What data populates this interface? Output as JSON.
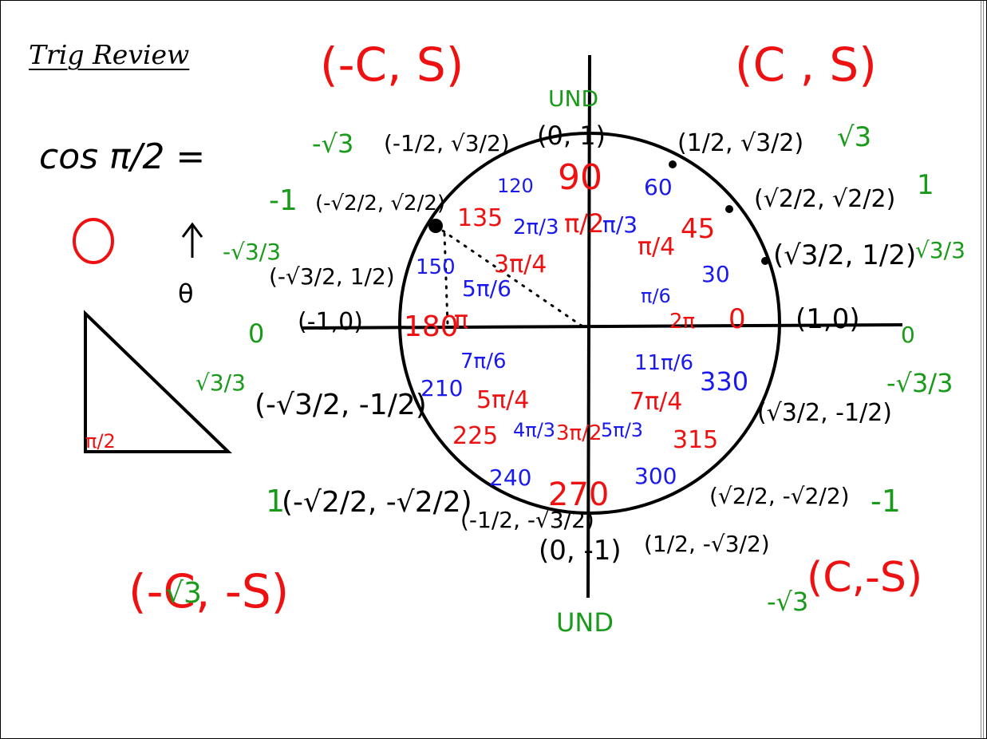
{
  "title": "Trig Review",
  "colors": {
    "ink": "#000000",
    "red": "#ee1111",
    "blue": "#1a1aee",
    "green": "#1a9a1a"
  },
  "equation": {
    "lhs": "cos π/2 =",
    "result": "0",
    "theta": "θ",
    "triangle_angle": "π/2"
  },
  "quadrant_signs": [
    "(C , S)",
    "(-C, S)",
    "(-C, -S)",
    "(C,-S)"
  ],
  "undefined_labels": [
    "UND",
    "UND"
  ],
  "degrees": [
    "0",
    "30",
    "45",
    "60",
    "90",
    "120",
    "135",
    "150",
    "180",
    "210",
    "225",
    "240",
    "270",
    "300",
    "315",
    "330"
  ],
  "radians": [
    "2π",
    "π/6",
    "π/4",
    "π/3",
    "π/2",
    "2π/3",
    "3π/4",
    "5π/6",
    "π",
    "7π/6",
    "5π/4",
    "4π/3",
    "3π/2",
    "5π/3",
    "7π/4",
    "11π/6"
  ],
  "coordinates": [
    "(1,0)",
    "(√3/2, 1/2)",
    "(√2/2, √2/2)",
    "(1/2, √3/2)",
    "(0, 1)",
    "(-1/2, √3/2)",
    "(-√2/2, √2/2)",
    "(-√3/2, 1/2)",
    "(-1,0)",
    "(-√3/2, -1/2)",
    "(-√2/2, -√2/2)",
    "(-1/2, -√3/2)",
    "(0, -1)",
    "(1/2, -√3/2)",
    "(√2/2, -√2/2)",
    "(√3/2, -1/2)"
  ],
  "tangents": [
    "0",
    "√3/3",
    "1",
    "√3",
    "UND",
    "-√3",
    "-1",
    "-√3/3",
    "0",
    "√3/3",
    "1",
    "√3",
    "UND",
    "-√3",
    "-1",
    "-√3/3"
  ]
}
